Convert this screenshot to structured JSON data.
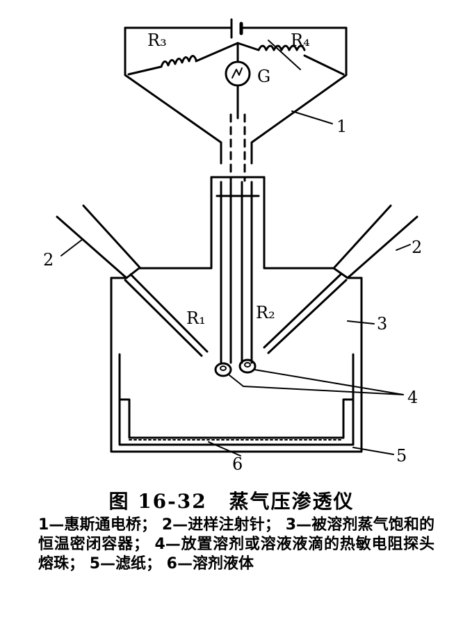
{
  "figure": {
    "number": "图 16-32",
    "title": "蒸气压渗透仪"
  },
  "symbols": {
    "r1": "R₁",
    "r2": "R₂",
    "r3": "R₃",
    "r4": "R₄",
    "g": "G"
  },
  "callouts": {
    "n1": "1",
    "n2_left": "2",
    "n2_right": "2",
    "n3": "3",
    "n4": "4",
    "n5": "5",
    "n6": "6"
  },
  "legend": [
    {
      "text": "1—惠斯通电桥；"
    },
    {
      "text": "2—进样注射针；"
    },
    {
      "text": "3—被溶剂蒸气饱和的恒温密闭容器；"
    },
    {
      "text": "4—放置溶剂或溶液液滴的热敏电阻探头熔珠；"
    },
    {
      "text": "5—滤纸；"
    },
    {
      "text": "6—溶剂液体"
    }
  ]
}
